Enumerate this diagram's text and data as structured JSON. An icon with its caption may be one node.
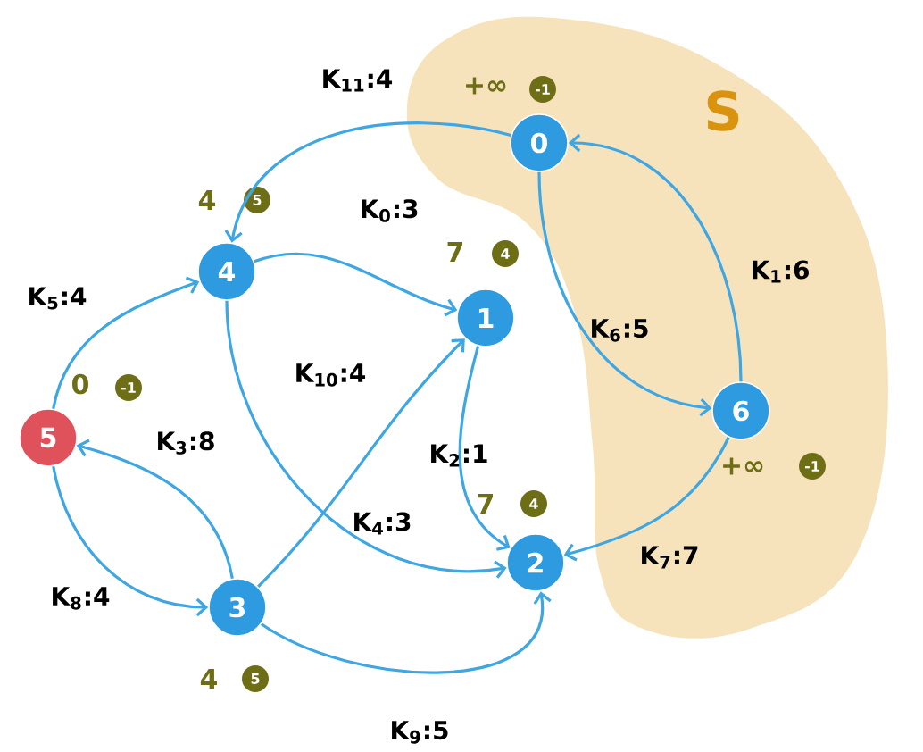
{
  "diagram": {
    "nodes": [
      {
        "text": [
          "S"
        ]
      },
      {
        "text": [
          "0"
        ],
        "in": 0,
        "beside": [
          "+∞",
          "-1"
        ]
      },
      {
        "text": [
          "1"
        ],
        "beside": [
          "7",
          "4"
        ]
      },
      {
        "text": [
          "2"
        ],
        "beside": [
          "7",
          "4"
        ]
      },
      {
        "text": [
          "3"
        ],
        "beside": [
          "4",
          "5"
        ]
      },
      {
        "text": [
          "4"
        ],
        "beside": [
          "4",
          "5"
        ]
      },
      {
        "text": [
          "5"
        ],
        "beside": [
          "0",
          "-1"
        ]
      },
      {
        "text": [
          "6"
        ],
        "in": 0,
        "beside": [
          "+∞",
          "-1"
        ]
      }
    ],
    "edges": [
      {
        "from": 1,
        "to": 5,
        "arrow": "to",
        "label": "K$_{11}$:4"
      },
      {
        "from": 5,
        "to": 2,
        "arrow": "to",
        "label": "K$_{0}$:3"
      },
      {
        "from": 6,
        "to": 5,
        "arrow": "to",
        "label": "K$_{5}$:4"
      },
      {
        "from": 4,
        "to": 2,
        "arrow": "to",
        "label": "K$_{10}$:4"
      },
      {
        "from": 4,
        "to": 6,
        "arrow": "to",
        "label": "K$_{3}$:8"
      },
      {
        "from": 5,
        "to": 3,
        "arrow": "to",
        "label": "K$_{4}$:3"
      },
      {
        "from": 2,
        "to": 3,
        "arrow": "to",
        "label": "K$_{2}$:1"
      },
      {
        "from": 6,
        "to": 4,
        "arrow": "to",
        "label": "K$_{8}$:4"
      },
      {
        "from": 4,
        "to": 3,
        "arrow": "to",
        "label": "K$_{9}$:5"
      },
      {
        "from": 1,
        "to": 7,
        "arrow": "to",
        "label": "K$_{6}$:5"
      },
      {
        "from": 7,
        "to": 1,
        "arrow": "to",
        "label": "K$_{1}$:6"
      },
      {
        "from": 7,
        "to": 3,
        "arrow": "to",
        "label": "K$_{7}$:7"
      }
    ]
  }
}
